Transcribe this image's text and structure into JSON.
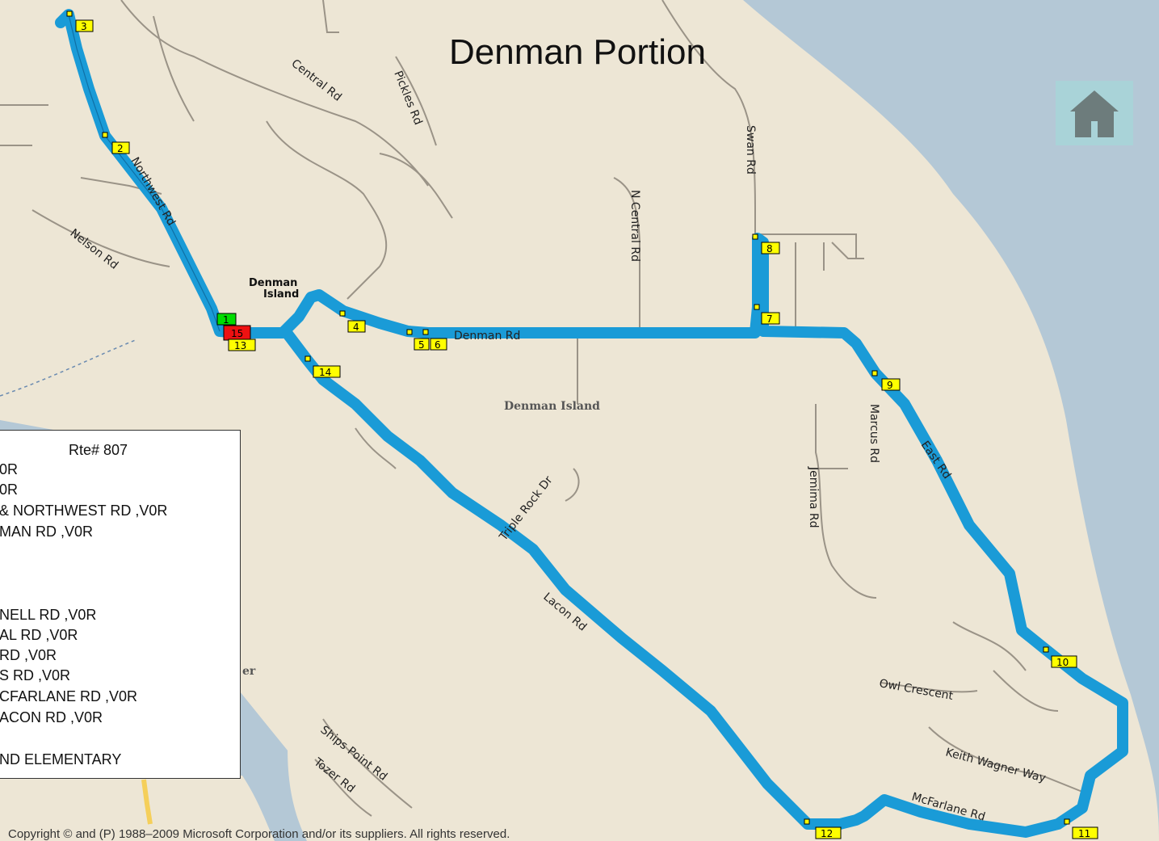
{
  "title": "Denman Portion",
  "home_button": {
    "icon": "home-icon"
  },
  "map": {
    "colors": {
      "water": "#b4c8d6",
      "land": "#ede6d5",
      "route": "#1a9bd7",
      "road": "#9a9387",
      "stop_fill": "#ffff00",
      "start_fill": "#00dd00",
      "end_fill": "#ee1111"
    },
    "roads": {
      "central": "Central Rd",
      "pickles": "Pickles Rd",
      "swan": "Swan Rd",
      "n_central": "N Central Rd",
      "northwest": "Northwest Rd",
      "nelson": "Nelson Rd",
      "denman": "Denman Rd",
      "marcus": "Marcus Rd",
      "jemima": "Jemima Rd",
      "east": "East Rd",
      "triple_rock": "Triple Rock Dr",
      "lacon": "Lacon Rd",
      "owl": "Owl Crescent",
      "keith_wagner": "Keith Wagner Way",
      "mcfarlane": "McFarlane Rd",
      "ships_point": "Ships Point Rd",
      "tozer": "Tozer Rd"
    },
    "place_labels": {
      "village_line1": "Denman",
      "village_line2": "Island",
      "island": "Denman Island",
      "partial_label": "er"
    },
    "stops": [
      "1",
      "2",
      "3",
      "4",
      "5",
      "6",
      "7",
      "8",
      "9",
      "10",
      "11",
      "12",
      "13",
      "14",
      "15"
    ]
  },
  "legend": {
    "route_number": "Rte#  807",
    "lines": [
      "0R",
      "0R",
      " & NORTHWEST RD ,V0R",
      "MAN RD ,V0R",
      "",
      "",
      "",
      "NELL RD ,V0R",
      "AL RD ,V0R",
      " RD ,V0R",
      "S RD ,V0R",
      "CFARLANE RD ,V0R",
      "ACON RD ,V0R",
      "",
      "ND ELEMENTARY"
    ]
  },
  "copyright": "Copyright © and (P) 1988–2009 Microsoft Corporation and/or its suppliers. All rights reserved."
}
